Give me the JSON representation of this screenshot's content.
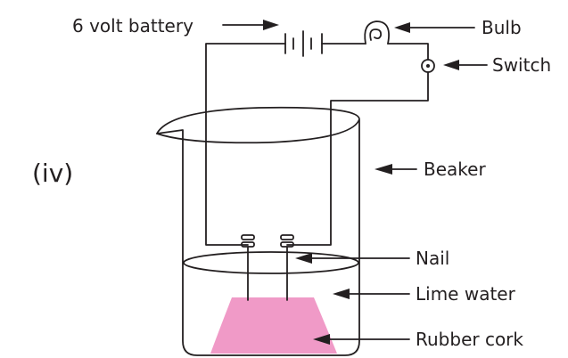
{
  "part_label": "(iv)",
  "labels": {
    "battery": "6 volt battery",
    "bulb": "Bulb",
    "switch": "Switch",
    "beaker": "Beaker",
    "nail": "Nail",
    "lime_water": "Lime water",
    "rubber_cork": "Rubber cork"
  },
  "colors": {
    "ink": "#231f20",
    "rubber_cork": "#f09ac7"
  }
}
